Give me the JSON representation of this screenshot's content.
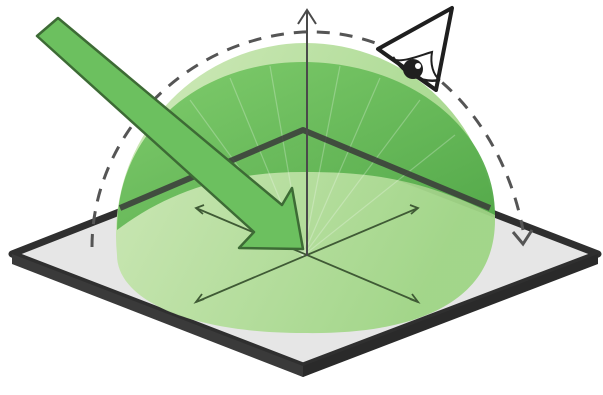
{
  "diagram": {
    "kind": "brdf-illustration",
    "elements": [
      "surface-plane",
      "hemisphere",
      "incident-light-arrow",
      "surface-normal",
      "viewer-eye-icon",
      "view-arc-dashed",
      "tangent-axes"
    ],
    "colors": {
      "hemisphere_light": "#b8df9a",
      "hemisphere_dark": "#5ab14f",
      "arrow_fill": "#6cc05f",
      "arrow_stroke": "#3d6b35",
      "plane_fill": "#e4e4e4",
      "plane_edge": "#2f2f2f",
      "line": "#4a4a4a",
      "dash": "#555555"
    }
  }
}
